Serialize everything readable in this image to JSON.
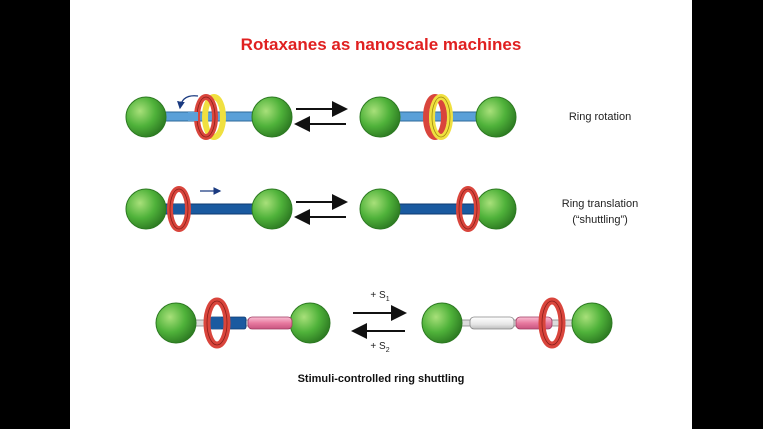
{
  "slide": {
    "title": "Rotaxanes as nanoscale machines"
  },
  "rows": [
    {
      "label": "Ring rotation"
    },
    {
      "label_line1": "Ring translation",
      "label_line2": "(“shuttling”)"
    }
  ],
  "stimuli": {
    "forward_prefix": "+ S",
    "forward_sub": "1",
    "reverse_prefix": "+ S",
    "reverse_sub": "2"
  },
  "caption": "Stimuli-controlled ring shuttling",
  "colors": {
    "title": "#e02020",
    "stopper_green": "#4fb23a",
    "axle_light_blue": "#5aa0d8",
    "axle_dark_blue": "#1a5aa0",
    "ring_red": "#d9453c",
    "ring_yellow": "#f0e040",
    "station_pink": "#e87aa0"
  },
  "icons": [
    "equilibrium-arrows-icon",
    "rotation-arrow-icon",
    "translation-arrow-icon"
  ]
}
